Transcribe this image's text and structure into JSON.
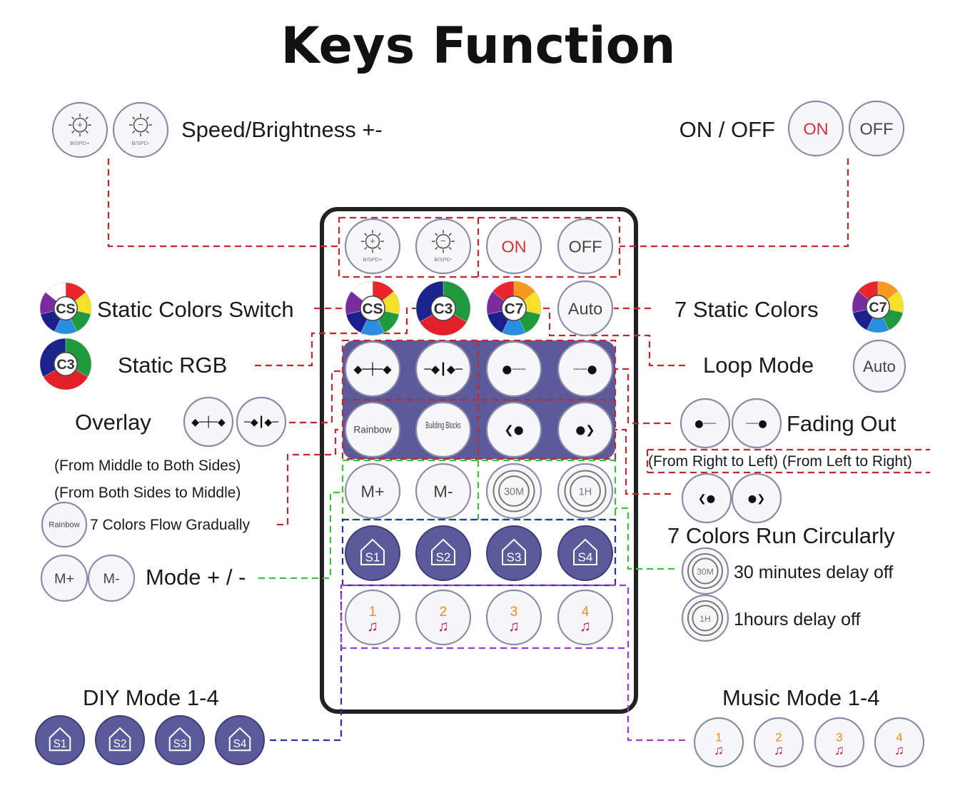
{
  "title": "Keys Function",
  "remote": {
    "rows": [
      [
        {
          "label": "B/SPD+",
          "kind": "sun",
          "sign": "+"
        },
        {
          "label": "B/SPD-",
          "kind": "sun",
          "sign": "−"
        },
        {
          "label": "ON",
          "kind": "on"
        },
        {
          "label": "OFF",
          "kind": "plain"
        }
      ],
      [
        {
          "label": "CS",
          "kind": "wheel",
          "colors": [
            "#e8262b",
            "#f5e02a",
            "#1f9a3c",
            "#2a8ee0",
            "#1b1f8c",
            "#7a2b9e",
            "#ffffff"
          ]
        },
        {
          "label": "C3",
          "kind": "wheel",
          "colors": [
            "#1f9a3c",
            "#e1202a",
            "#1b238c"
          ]
        },
        {
          "label": "C7",
          "kind": "wheel",
          "colors": [
            "#f39a1f",
            "#f5e02a",
            "#1f9a3c",
            "#2a8ee0",
            "#1b1f8c",
            "#7a2b9e",
            "#e8262b"
          ]
        },
        {
          "label": "Auto",
          "kind": "plain"
        }
      ],
      [
        {
          "label": "◆─┼─◆",
          "kind": "glyph"
        },
        {
          "label": "─◆┃◆─",
          "kind": "glyph"
        },
        {
          "label": "●┈┈",
          "kind": "glyph"
        },
        {
          "label": "┈┈●",
          "kind": "glyph"
        }
      ],
      [
        {
          "label": "Rainbow",
          "kind": "small"
        },
        {
          "label": "Building Blocks",
          "kind": "small"
        },
        {
          "label": "❮●",
          "kind": "glyph"
        },
        {
          "label": "●❯",
          "kind": "glyph"
        }
      ],
      [
        {
          "label": "M+",
          "kind": "plain"
        },
        {
          "label": "M-",
          "kind": "plain"
        },
        {
          "label": "30M",
          "kind": "timer"
        },
        {
          "label": "1H",
          "kind": "timer"
        }
      ],
      [
        {
          "label": "S1",
          "kind": "dark"
        },
        {
          "label": "S2",
          "kind": "dark"
        },
        {
          "label": "S3",
          "kind": "dark"
        },
        {
          "label": "S4",
          "kind": "dark"
        }
      ],
      [
        {
          "label": "1",
          "kind": "music"
        },
        {
          "label": "2",
          "kind": "music"
        },
        {
          "label": "3",
          "kind": "music"
        },
        {
          "label": "4",
          "kind": "music"
        }
      ]
    ]
  },
  "callouts": {
    "speed_brightness": "Speed/Brightness +-",
    "on_off": "ON / OFF",
    "static_colors_switch": "Static Colors Switch",
    "static_rgb": "Static RGB",
    "overlay": "Overlay",
    "overlay_note1": "(From Middle to Both Sides)",
    "overlay_note2": "(From Both Sides to  Middle)",
    "flow": "7 Colors Flow Gradually",
    "mode": "Mode + / -",
    "diy": "DIY Mode 1-4",
    "seven_static": "7 Static Colors",
    "loop": "Loop Mode",
    "fading": "Fading Out",
    "fading_note": "(From Right to Left) (From Left to Right)",
    "run_circ": "7 Colors Run Circularly",
    "delay30": "30 minutes delay off",
    "delay1h": "1hours delay off",
    "music": "Music Mode 1-4"
  },
  "colors": {
    "panel": "#5b5b9c",
    "red": "#c3262e",
    "green": "#3ec23e",
    "blue": "#2633b0",
    "purple": "#9b3bd3"
  }
}
